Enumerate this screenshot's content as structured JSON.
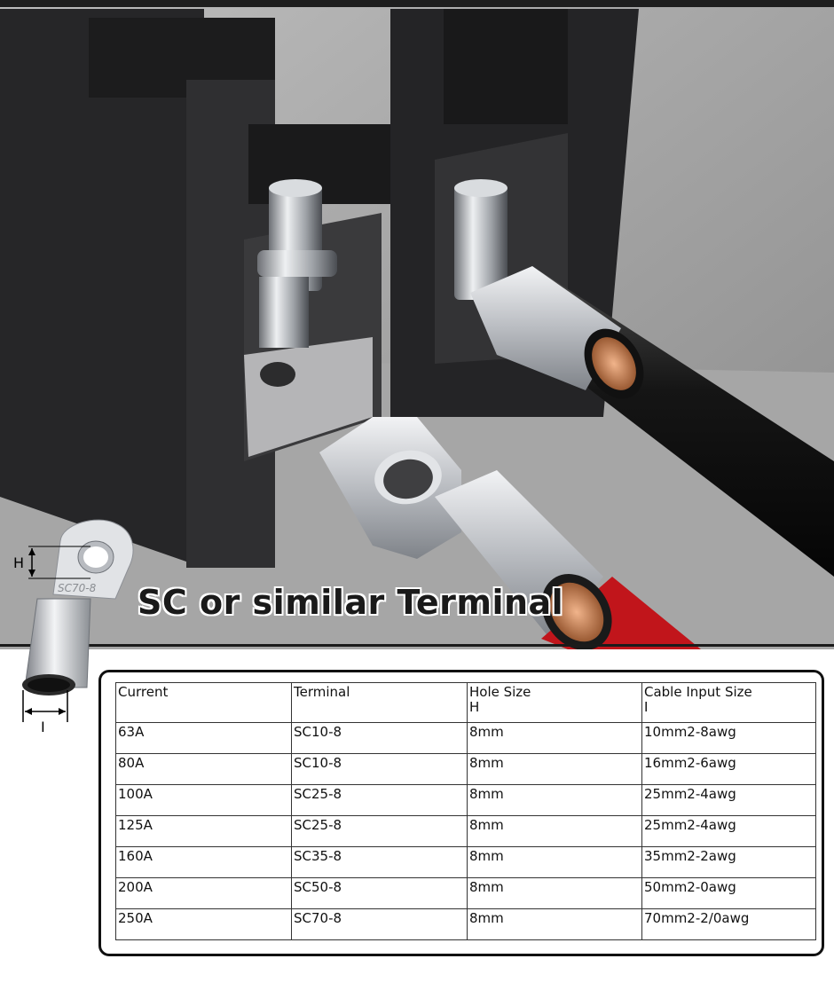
{
  "banner": {
    "headline": "SC or similar Terminal",
    "lug_marking": "SC70-8",
    "dimension_labels": {
      "hole": "H",
      "cable": "I"
    }
  },
  "colors": {
    "housing": "#2b2b2d",
    "background": "#9c9c9c",
    "copper": "#c98a5e",
    "cable_black": "#111111",
    "cable_red": "#d0151b",
    "metal": "#c9ccd0"
  },
  "table": {
    "headers": [
      {
        "label": "Current",
        "sub": ""
      },
      {
        "label": "Terminal",
        "sub": ""
      },
      {
        "label": "Hole Size",
        "sub": "H"
      },
      {
        "label": "Cable Input Size",
        "sub": "I"
      }
    ],
    "rows": [
      [
        "63A",
        "SC10-8",
        "8mm",
        "10mm2-8awg"
      ],
      [
        "80A",
        "SC10-8",
        "8mm",
        "16mm2-6awg"
      ],
      [
        "100A",
        "SC25-8",
        "8mm",
        "25mm2-4awg"
      ],
      [
        "125A",
        "SC25-8",
        "8mm",
        "25mm2-4awg"
      ],
      [
        "160A",
        "SC35-8",
        "8mm",
        "35mm2-2awg"
      ],
      [
        "200A",
        "SC50-8",
        "8mm",
        "50mm2-0awg"
      ],
      [
        "250A",
        "SC70-8",
        "8mm",
        "70mm2-2/0awg"
      ]
    ]
  }
}
